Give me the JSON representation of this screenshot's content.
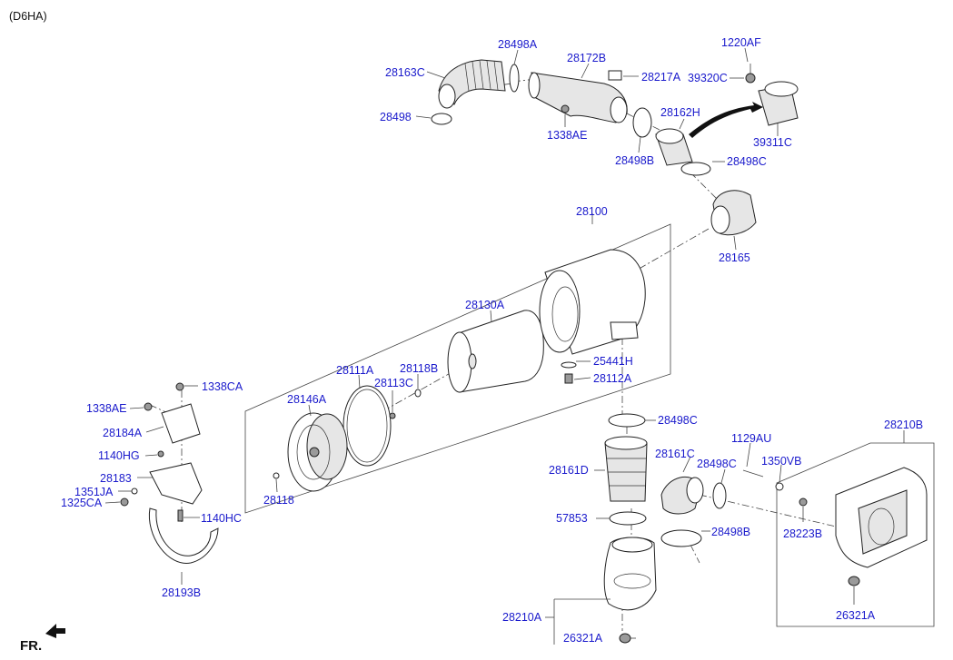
{
  "header": {
    "model_code": "(D6HA)"
  },
  "footer": {
    "direction_label": "FR."
  },
  "callouts": {
    "p_28498A": "28498A",
    "p_28172B": "28172B",
    "p_28163C": "28163C",
    "p_28217A": "28217A",
    "p_28498": "28498",
    "p_1338AE_top": "1338AE",
    "p_1220AF": "1220AF",
    "p_39320C": "39320C",
    "p_28162H": "28162H",
    "p_39311C": "39311C",
    "p_28498B_top": "28498B",
    "p_28498C_top": "28498C",
    "p_28100": "28100",
    "p_28165": "28165",
    "p_28130A": "28130A",
    "p_25441H": "25441H",
    "p_28112A": "28112A",
    "p_28111A": "28111A",
    "p_28118B": "28118B",
    "p_28113C": "28113C",
    "p_28146A": "28146A",
    "p_28118": "28118",
    "p_1338CA": "1338CA",
    "p_1338AE_left": "1338AE",
    "p_28184A": "28184A",
    "p_1140HG": "1140HG",
    "p_28183": "28183",
    "p_1351JA": "1351JA",
    "p_1325CA": "1325CA",
    "p_1140HC": "1140HC",
    "p_28193B": "28193B",
    "p_28498C_mid": "28498C",
    "p_28161D": "28161D",
    "p_28161C": "28161C",
    "p_28498C_right": "28498C",
    "p_57853": "57853",
    "p_28498B_mid": "28498B",
    "p_28210A": "28210A",
    "p_26321A_bottom": "26321A",
    "p_1129AU": "1129AU",
    "p_1350VB": "1350VB",
    "p_28210B": "28210B",
    "p_28223B": "28223B",
    "p_26321A_right": "26321A"
  },
  "icons": {
    "direction_arrow": "front-direction-arrow-icon"
  }
}
